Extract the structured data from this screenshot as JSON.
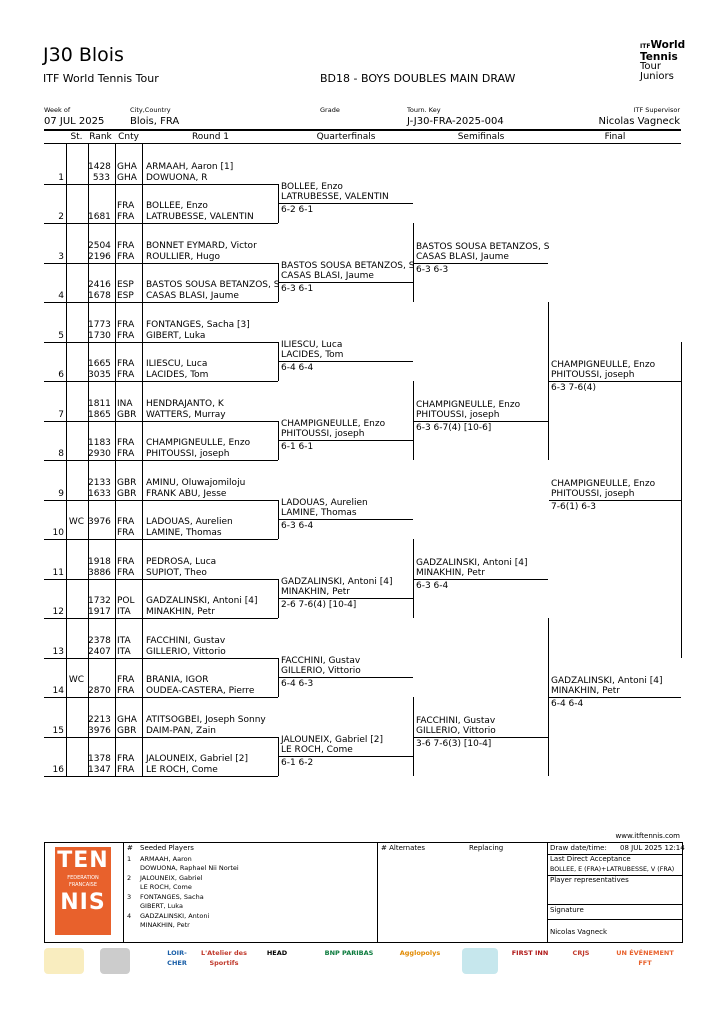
{
  "header": {
    "title": "J30 Blois",
    "tour": "ITF World Tennis Tour",
    "event": "BD18 - BOYS DOUBLES MAIN DRAW",
    "logo": {
      "prefix": "ITF",
      "line1": "World",
      "line2": "Tennis",
      "line3": "Tour",
      "line4": "Juniors"
    }
  },
  "info": {
    "week_label": "Week of",
    "week": "07 JUL 2025",
    "city_label": "City,Country",
    "city": "Blois, FRA",
    "grade_label": "Grade",
    "grade": "",
    "key_label": "Tourn. Key",
    "key": "J-J30-FRA-2025-004",
    "supervisor_label": "ITF Supervisor",
    "supervisor": "Nicolas Vagneck"
  },
  "columns": {
    "st": "St.",
    "rank": "Rank",
    "cnty": "Cnty",
    "r1": "Round 1",
    "qf": "Quarterfinals",
    "sf": "Semifinals",
    "f": "Final"
  },
  "draw": [
    {
      "num": "1",
      "st": "",
      "p1": {
        "rank": "1428",
        "cnty": "GHA",
        "name": "ARMAAH, Aaron [1]"
      },
      "p2": {
        "rank": "533",
        "cnty": "GHA",
        "name": "DOWUONA, R"
      }
    },
    {
      "num": "2",
      "st": "",
      "p1": {
        "rank": "",
        "cnty": "FRA",
        "name": "BOLLEE, Enzo"
      },
      "p2": {
        "rank": "1681",
        "cnty": "FRA",
        "name": "LATRUBESSE, VALENTIN"
      }
    },
    {
      "num": "3",
      "st": "",
      "p1": {
        "rank": "2504",
        "cnty": "FRA",
        "name": "BONNET EYMARD, Victor"
      },
      "p2": {
        "rank": "2196",
        "cnty": "FRA",
        "name": "ROULLIER, Hugo"
      }
    },
    {
      "num": "4",
      "st": "",
      "p1": {
        "rank": "2416",
        "cnty": "ESP",
        "name": "BASTOS SOUSA BETANZOS, S"
      },
      "p2": {
        "rank": "1678",
        "cnty": "ESP",
        "name": "CASAS BLASI, Jaume"
      }
    },
    {
      "num": "5",
      "st": "",
      "p1": {
        "rank": "1773",
        "cnty": "FRA",
        "name": "FONTANGES, Sacha [3]"
      },
      "p2": {
        "rank": "1730",
        "cnty": "FRA",
        "name": "GIBERT, Luka"
      }
    },
    {
      "num": "6",
      "st": "",
      "p1": {
        "rank": "1665",
        "cnty": "FRA",
        "name": "ILIESCU, Luca"
      },
      "p2": {
        "rank": "3035",
        "cnty": "FRA",
        "name": "LACIDES, Tom"
      }
    },
    {
      "num": "7",
      "st": "",
      "p1": {
        "rank": "1811",
        "cnty": "INA",
        "name": "HENDRAJANTO, K"
      },
      "p2": {
        "rank": "1865",
        "cnty": "GBR",
        "name": "WATTERS, Murray"
      }
    },
    {
      "num": "8",
      "st": "",
      "p1": {
        "rank": "1183",
        "cnty": "FRA",
        "name": "CHAMPIGNEULLE, Enzo"
      },
      "p2": {
        "rank": "2930",
        "cnty": "FRA",
        "name": "PHITOUSSI, joseph"
      }
    },
    {
      "num": "9",
      "st": "",
      "p1": {
        "rank": "2133",
        "cnty": "GBR",
        "name": "AMINU, Oluwajomiloju"
      },
      "p2": {
        "rank": "1633",
        "cnty": "GBR",
        "name": "FRANK ABU, Jesse"
      }
    },
    {
      "num": "10",
      "st": "WC",
      "p1": {
        "rank": "3976",
        "cnty": "FRA",
        "name": "LADOUAS, Aurelien"
      },
      "p2": {
        "rank": "",
        "cnty": "FRA",
        "name": "LAMINE, Thomas"
      }
    },
    {
      "num": "11",
      "st": "",
      "p1": {
        "rank": "1918",
        "cnty": "FRA",
        "name": "PEDROSA, Luca"
      },
      "p2": {
        "rank": "3886",
        "cnty": "FRA",
        "name": "SUPIOT, Theo"
      }
    },
    {
      "num": "12",
      "st": "",
      "p1": {
        "rank": "1732",
        "cnty": "POL",
        "name": "GADZALINSKI, Antoni [4]"
      },
      "p2": {
        "rank": "1917",
        "cnty": "ITA",
        "name": "MINAKHIN, Petr"
      }
    },
    {
      "num": "13",
      "st": "",
      "p1": {
        "rank": "2378",
        "cnty": "ITA",
        "name": "FACCHINI, Gustav"
      },
      "p2": {
        "rank": "2407",
        "cnty": "ITA",
        "name": "GILLERIO, Vittorio"
      }
    },
    {
      "num": "14",
      "st": "WC",
      "p1": {
        "rank": "",
        "cnty": "FRA",
        "name": "BRANIA, IGOR"
      },
      "p2": {
        "rank": "2870",
        "cnty": "FRA",
        "name": "OUDEA-CASTERA, Pierre"
      }
    },
    {
      "num": "15",
      "st": "",
      "p1": {
        "rank": "2213",
        "cnty": "GHA",
        "name": "ATITSOGBEI, Joseph Sonny"
      },
      "p2": {
        "rank": "3976",
        "cnty": "GBR",
        "name": "DAIM-PAN, Zain"
      }
    },
    {
      "num": "16",
      "st": "",
      "p1": {
        "rank": "1378",
        "cnty": "FRA",
        "name": "JALOUNEIX, Gabriel [2]"
      },
      "p2": {
        "rank": "1347",
        "cnty": "FRA",
        "name": "LE ROCH, Come"
      }
    }
  ],
  "qf": [
    {
      "p1": "BOLLEE, Enzo",
      "p2": "LATRUBESSE, VALENTIN",
      "score": "6-2 6-1"
    },
    {
      "p1": "BASTOS SOUSA BETANZOS, S",
      "p2": "CASAS BLASI, Jaume",
      "score": "6-3 6-1"
    },
    {
      "p1": "ILIESCU, Luca",
      "p2": "LACIDES, Tom",
      "score": "6-4 6-4"
    },
    {
      "p1": "CHAMPIGNEULLE, Enzo",
      "p2": "PHITOUSSI, joseph",
      "score": "6-1 6-1"
    },
    {
      "p1": "LADOUAS, Aurelien",
      "p2": "LAMINE, Thomas",
      "score": "6-3 6-4"
    },
    {
      "p1": "GADZALINSKI, Antoni [4]",
      "p2": "MINAKHIN, Petr",
      "score": "2-6 7-6(4) [10-4]"
    },
    {
      "p1": "FACCHINI, Gustav",
      "p2": "GILLERIO, Vittorio",
      "score": "6-4 6-3"
    },
    {
      "p1": "JALOUNEIX, Gabriel [2]",
      "p2": "LE ROCH, Come",
      "score": "6-1 6-2"
    }
  ],
  "sf": [
    {
      "p1": "BASTOS SOUSA BETANZOS, S",
      "p2": "CASAS BLASI, Jaume",
      "score": "6-3 6-3"
    },
    {
      "p1": "CHAMPIGNEULLE, Enzo",
      "p2": "PHITOUSSI, joseph",
      "score": "6-3 6-7(4) [10-6]"
    },
    {
      "p1": "GADZALINSKI, Antoni [4]",
      "p2": "MINAKHIN, Petr",
      "score": "6-3 6-4"
    },
    {
      "p1": "FACCHINI, Gustav",
      "p2": "GILLERIO, Vittorio",
      "score": "3-6 7-6(3) [10-4]"
    }
  ],
  "final": [
    {
      "p1": "CHAMPIGNEULLE, Enzo",
      "p2": "PHITOUSSI, joseph",
      "score": "6-3 7-6(4)"
    },
    {
      "p1": "GADZALINSKI, Antoni [4]",
      "p2": "MINAKHIN, Petr",
      "score": "6-4 6-4"
    }
  ],
  "winner": {
    "p1": "CHAMPIGNEULLE, Enzo",
    "p2": "PHITOUSSI, joseph",
    "score": "7-6(1) 6-3"
  },
  "footer": {
    "website": "www.itftennis.com",
    "fft_logo": {
      "top": "TEN",
      "mid1": "FEDERATION",
      "mid2": "FRANCAISE",
      "bottom": "NIS"
    },
    "seeds_header_num": "#",
    "seeds_header": "Seeded Players",
    "seeds": [
      {
        "n": "1",
        "a": "ARMAAH, Aaron",
        "b": "DOWUONA, Raphael  Nii Nortei"
      },
      {
        "n": "2",
        "a": "JALOUNEIX, Gabriel",
        "b": "LE ROCH, Come"
      },
      {
        "n": "3",
        "a": "FONTANGES, Sacha",
        "b": "GIBERT, Luka"
      },
      {
        "n": "4",
        "a": "GADZALINSKI, Antoni",
        "b": "MINAKHIN, Petr"
      }
    ],
    "alternates_header": "# Alternates",
    "replacing_header": "Replacing",
    "draw_date_label": "Draw date/time:",
    "draw_date": "08 JUL 2025 12:14",
    "lda_label": "Last Direct Acceptance",
    "lda": "BOLLEE, E (FRA)+LATRUBESSE, V (FRA)",
    "reps_label": "Player representatives",
    "signature_label": "Signature",
    "signature_name": "Nicolas Vagneck"
  },
  "sponsors": [
    "",
    "",
    "LOIR-CHER",
    "L'Atelier des Sportifs",
    "HEAD",
    "BNP PARIBAS",
    "Agglopolys",
    "",
    "FIRST INN",
    "CRJS",
    "UN ÉVÉNEMENT FFT"
  ]
}
